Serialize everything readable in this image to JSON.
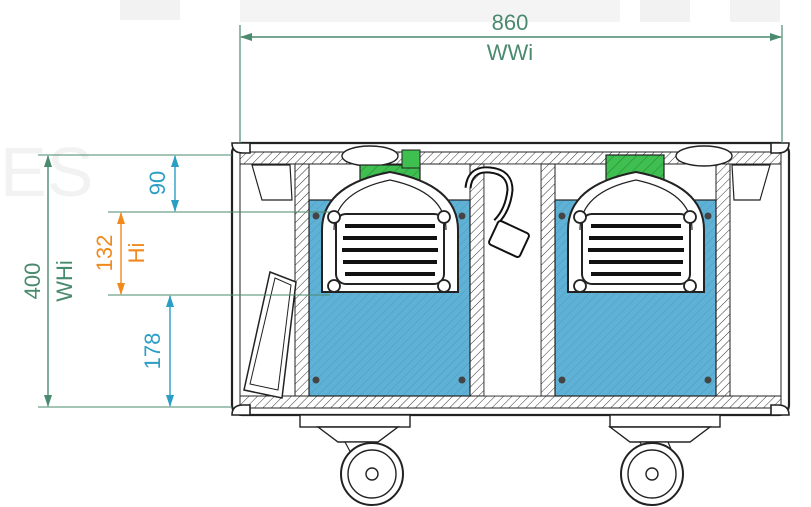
{
  "colors": {
    "dimension_green": "#4a8a6e",
    "dimension_blue": "#2a9ec4",
    "dimension_orange": "#f08a1e",
    "foam_blue": "#5fb2d6",
    "clamp_green": "#3fbf4f",
    "outline": "#222222",
    "watermark": "#f2f2f2"
  },
  "watermark": {
    "text": "ES"
  },
  "dimensions": {
    "width": {
      "value": "860",
      "label": "WWi"
    },
    "height": {
      "value": "400",
      "label": "WHi"
    },
    "top_clearance": {
      "value": "90"
    },
    "inner_height": {
      "value": "132",
      "label": "Hi"
    },
    "bottom_clearance": {
      "value": "178"
    }
  }
}
